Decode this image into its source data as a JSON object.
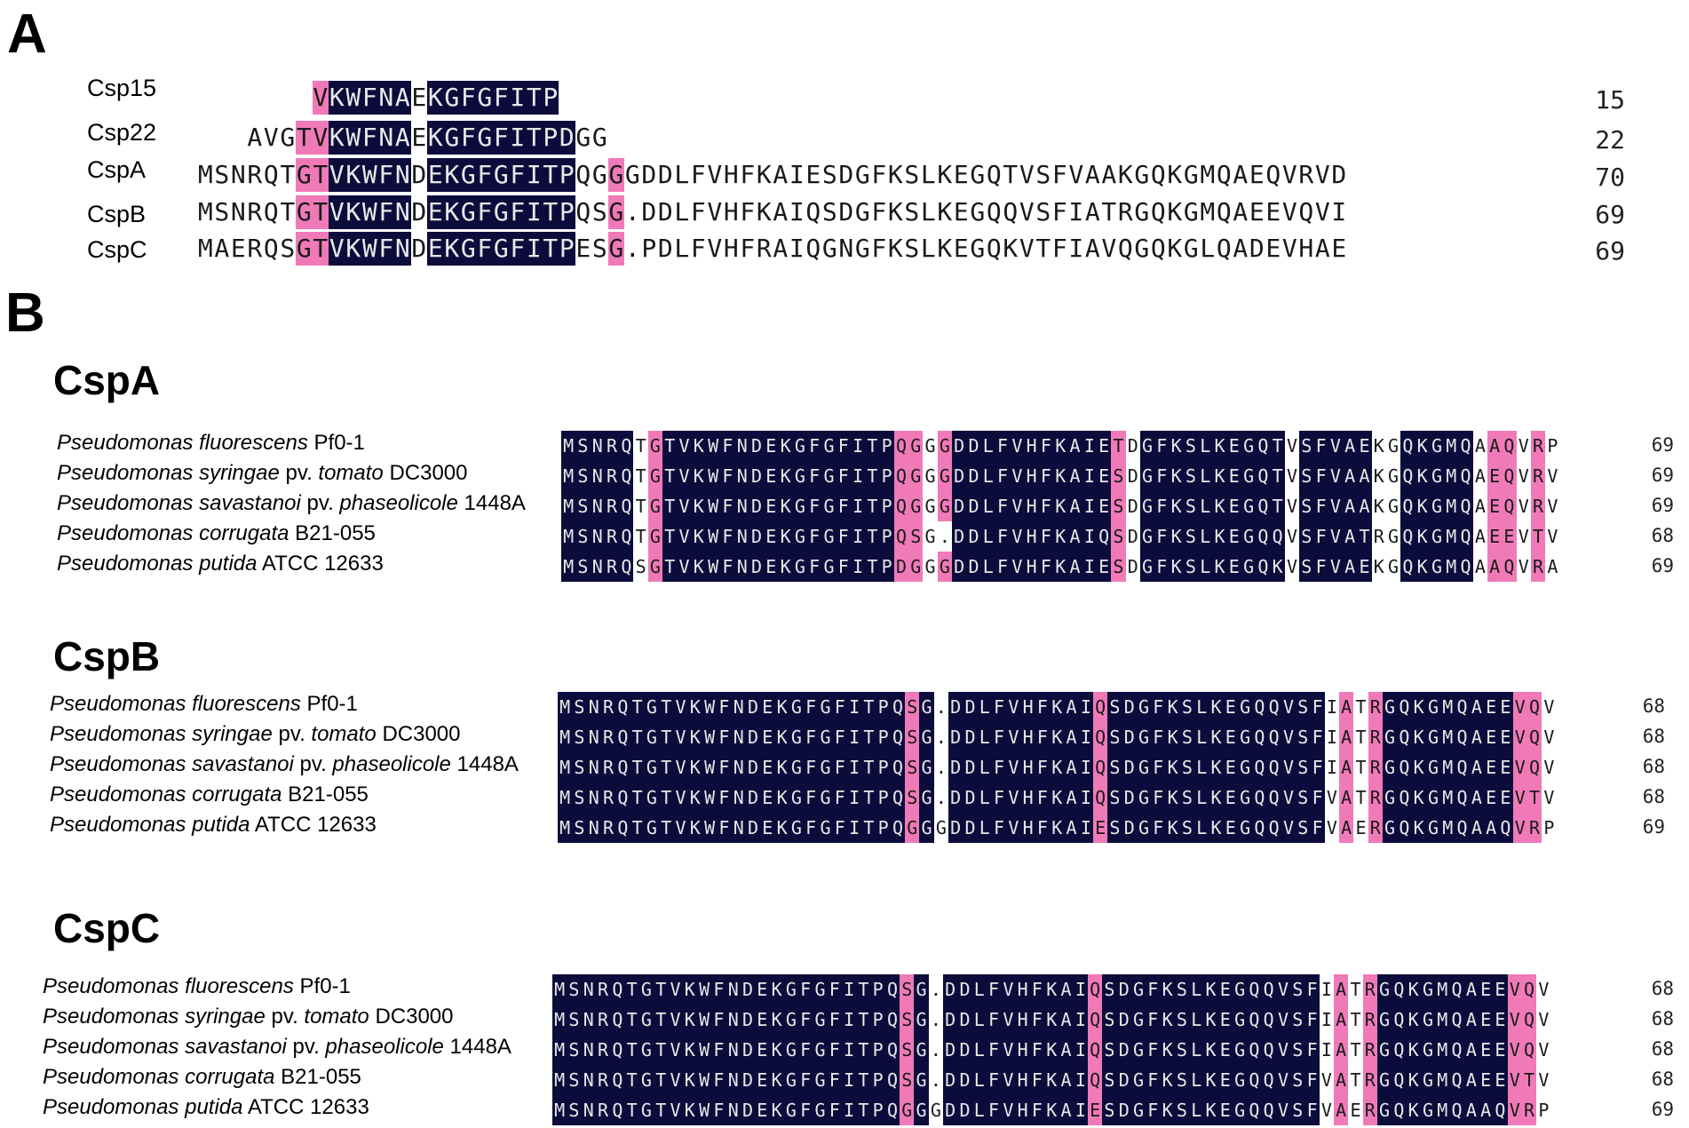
{
  "panels": {
    "A": {
      "letter": "A",
      "rows": [
        {
          "name": "Csp15",
          "seq": "       VKWFNAEKGFGFITP",
          "num": "15",
          "mask": "nnnnnnndddddnddddddddd"
        },
        {
          "name": "Csp22",
          "seq": "   AVGTVKWFNAEKGFGFITPDGG",
          "num": "22",
          "mask": "nnnnnppdddddndddddddddnnp"
        },
        {
          "name": "CspA",
          "seq": "MSNRQTGTVKWFNDEKGFGFITPQGGGDDLFVHFKAIESDGFKSLKEGQTVSFVAAKGQKGMQAEQVRVD",
          "num": "70",
          "mask": "nnnnnnppddddddnddddddddddnnp"
        },
        {
          "name": "CspB",
          "seq": "MSNRQTGTVKWFNDEKGFGFITPQSG.DDLFVHFKAIQSDGFKSLKEGQQVSFIATRGQKGMQAEEVQVI",
          "num": "69",
          "mask": "nnnnnnppddddddnddddddddddnnp"
        },
        {
          "name": "CspC",
          "seq": "MAERQSGTVKWFNDEKGFGFITPESG.PDLFVHFRAIQGNGFKSLKEGQKVTFIAVQGQKGLQADEVHAE",
          "num": "69",
          "mask": "nnnnnnppddddddnddddddddddnnp"
        }
      ]
    },
    "B": {
      "letter": "B",
      "groups": [
        {
          "title": "CspA",
          "rows": [
            {
              "genus": "Pseudomonas fluorescens",
              "strain": " Pf0-1",
              "seq": "MSNRQTGTVKWFNDEKGFGFITPQGGGDDLFVHFKAIETDGFKSLKEGQTVSFVAEKGQKGMQAAQVRP",
              "num": "69"
            },
            {
              "genus": "Pseudomonas syringae",
              "mid": " pv. ",
              "midit": "tomato",
              "strain": " DC3000",
              "seq": "MSNRQTGTVKWFNDEKGFGFITPQGGGDDLFVHFKAIESDGFKSLKEGQTVSFVAAKGQKGMQAEQVRV",
              "num": "69"
            },
            {
              "genus": "Pseudomonas savastanoi",
              "mid": " pv. ",
              "midit": "phaseolicole",
              "strain": " 1448A",
              "seq": "MSNRQTGTVKWFNDEKGFGFITPQGGGDDLFVHFKAIESDGFKSLKEGQTVSFVAAKGQKGMQAEQVRV",
              "num": "69"
            },
            {
              "genus": "Pseudomonas corrugata",
              "strain": " B21-055",
              "seq": "MSNRQTGTVKWFNDEKGFGFITPQSG.DDLFVHFKAIQSDGFKSLKEGQQVSFVATRGQKGMQAEEVTV",
              "num": "68"
            },
            {
              "genus": "Pseudomonas putida",
              "strain": " ATCC 12633",
              "seq": "MSNRQSGTVKWFNDEKGFGFITPDGGGDDLFVHFKAIESDGFKSLKEGQKVSFVAEKGQKGMQAAQVRA",
              "num": "69"
            }
          ]
        },
        {
          "title": "CspB",
          "rows": [
            {
              "genus": "Pseudomonas fluorescens",
              "strain": " Pf0-1",
              "seq": "MSNRQTGTVKWFNDEKGFGFITPQSG.DDLFVHFKAIQSDGFKSLKEGQQVSFIATRGQKGMQAEEVQV",
              "num": "68"
            },
            {
              "genus": "Pseudomonas syringae",
              "mid": " pv. ",
              "midit": "tomato",
              "strain": " DC3000",
              "seq": "MSNRQTGTVKWFNDEKGFGFITPQSG.DDLFVHFKAIQSDGFKSLKEGQQVSFIATRGQKGMQAEEVQV",
              "num": "68"
            },
            {
              "genus": "Pseudomonas savastanoi",
              "mid": " pv. ",
              "midit": "phaseolicole",
              "strain": " 1448A",
              "seq": "MSNRQTGTVKWFNDEKGFGFITPQSG.DDLFVHFKAIQSDGFKSLKEGQQVSFIATRGQKGMQAEEVQV",
              "num": "68"
            },
            {
              "genus": "Pseudomonas corrugata",
              "strain": " B21-055",
              "seq": "MSNRQTGTVKWFNDEKGFGFITPQSG.DDLFVHFKAIQSDGFKSLKEGQQVSFVATRGQKGMQAEEVTV",
              "num": "68"
            },
            {
              "genus": "Pseudomonas putida",
              "strain": " ATCC 12633",
              "seq": "MSNRQTGTVKWFNDEKGFGFITPQGGGDDLFVHFKAIESDGFKSLKEGQQVSFVAERGQKGMQAAQVRP",
              "num": "69"
            }
          ]
        },
        {
          "title": "CspC",
          "rows": [
            {
              "genus": "Pseudomonas fluorescens",
              "strain": " Pf0-1",
              "seq": "MSNRQTGTVKWFNDEKGFGFITPQSG.DDLFVHFKAIQSDGFKSLKEGQQVSFIATRGQKGMQAEEVQV",
              "num": "68"
            },
            {
              "genus": "Pseudomonas syringae",
              "mid": " pv. ",
              "midit": "tomato",
              "strain": " DC3000",
              "seq": "MSNRQTGTVKWFNDEKGFGFITPQSG.DDLFVHFKAIQSDGFKSLKEGQQVSFIATRGQKGMQAEEVQV",
              "num": "68"
            },
            {
              "genus": "Pseudomonas savastanoi",
              "mid": " pv. ",
              "midit": "phaseolicole",
              "strain": " 1448A",
              "seq": "MSNRQTGTVKWFNDEKGFGFITPQSG.DDLFVHFKAIQSDGFKSLKEGQQVSFIATRGQKGMQAEEVQV",
              "num": "68"
            },
            {
              "genus": "Pseudomonas corrugata",
              "strain": " B21-055",
              "seq": "MSNRQTGTVKWFNDEKGFGFITPQSG.DDLFVHFKAIQSDGFKSLKEGQQVSFVATRGQKGMQAEEVTV",
              "num": "68"
            },
            {
              "genus": "Pseudomonas putida",
              "strain": " ATCC 12633",
              "seq": "MSNRQTGTVKWFNDEKGFGFITPQGGGDDLFVHFKAIESDGFKSLKEGQQVSFVAERGQKGMQAAQVRP",
              "num": "69"
            }
          ]
        }
      ]
    }
  },
  "colors": {
    "identical": "#0c0c3c",
    "similar": "#f07ab8"
  }
}
